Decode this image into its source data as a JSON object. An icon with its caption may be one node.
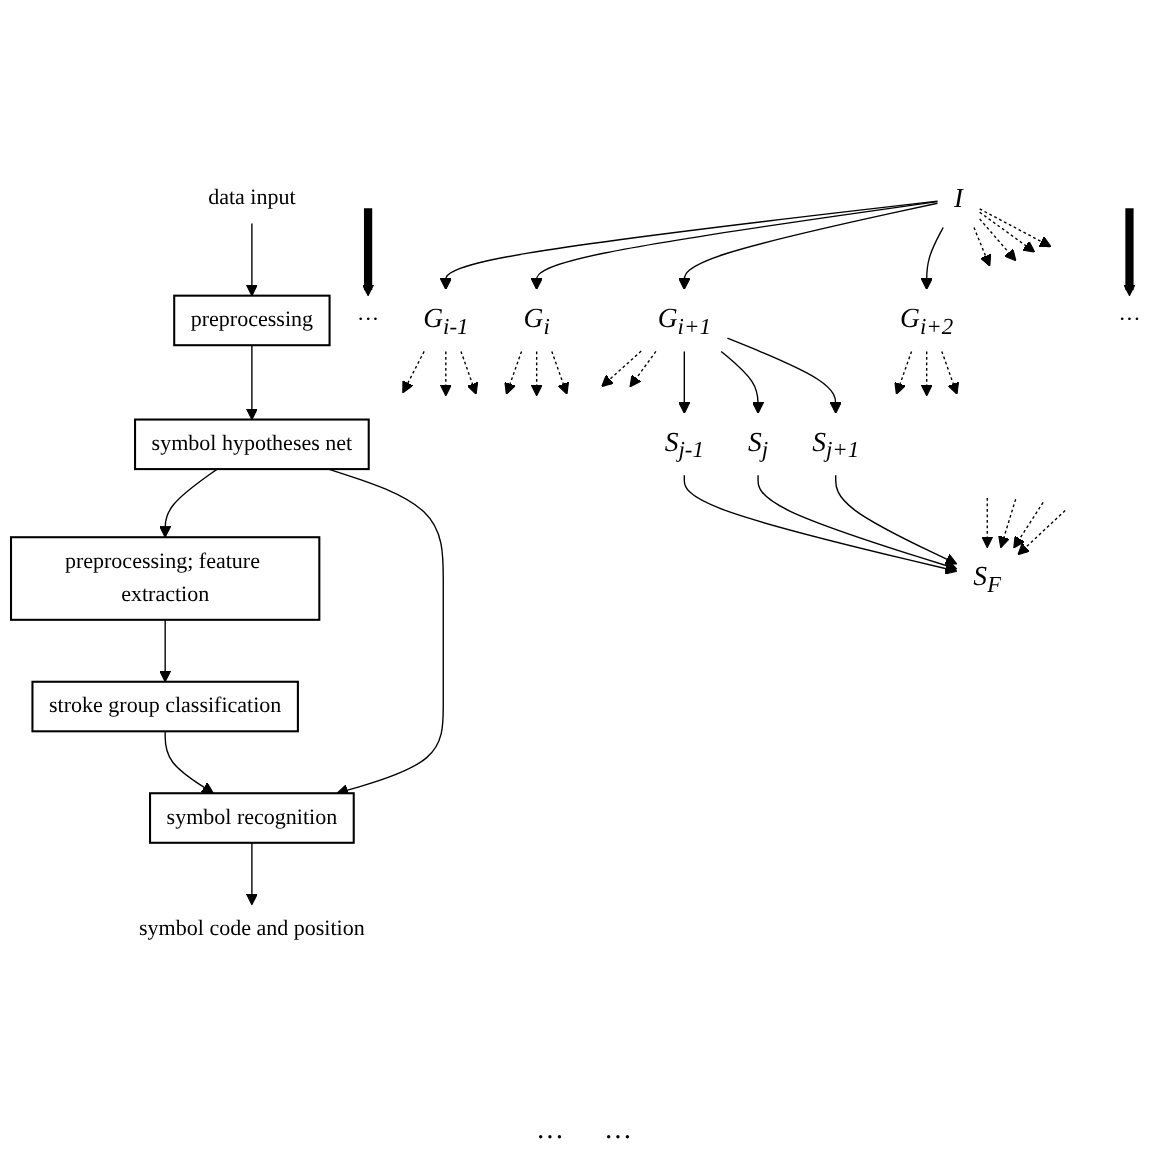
{
  "diagram": {
    "nodes": [
      {
        "text": [
          "data input"
        ]
      },
      {
        "text": [
          "preprocessing"
        ]
      },
      {
        "text": [
          "symbol hypotheses net"
        ]
      },
      {
        "text": [
          "preprocessing; feature extraction"
        ]
      },
      {
        "text": [
          "stroke group classification"
        ]
      },
      {
        "text": [
          "symbol recognition"
        ]
      },
      {
        "text": [
          "symbol code and position"
        ]
      },
      {
        "text": [
          "I"
        ]
      },
      {
        "text": [
          "···"
        ]
      },
      {
        "text": [
          "G$_{i-1}$"
        ]
      },
      {
        "text": [
          "G$_{i}$"
        ]
      },
      {
        "text": [
          "G$_{i+1}$"
        ]
      },
      {
        "text": [
          "G$_{i+2}$"
        ]
      },
      {
        "text": [
          "···"
        ]
      },
      {
        "text": [
          "S$_{j-1}$"
        ]
      },
      {
        "text": [
          "S$_{j}$"
        ]
      },
      {
        "text": [
          "S$_{j+1}$"
        ]
      },
      {
        "text": [
          "S$_{F}$"
        ]
      }
    ],
    "edges": [
      {
        "from": 0,
        "to": 1,
        "arrow": "to"
      },
      {
        "from": 1,
        "to": 2,
        "arrow": "to"
      },
      {
        "from": 2,
        "to": 3,
        "arrow": "to"
      },
      {
        "from": 3,
        "to": 4,
        "arrow": "to"
      },
      {
        "from": 4,
        "to": 5,
        "arrow": "to"
      },
      {
        "from": 5,
        "to": 6,
        "arrow": "to"
      },
      {
        "from": 2,
        "to": 5,
        "arrow": "to"
      },
      {
        "from": null,
        "to": 8,
        "arrow": "to",
        "style": "thick"
      },
      {
        "from": null,
        "to": 13,
        "arrow": "to",
        "style": "thick"
      },
      {
        "from": 7,
        "to": 9,
        "arrow": "to"
      },
      {
        "from": 7,
        "to": 10,
        "arrow": "to"
      },
      {
        "from": 7,
        "to": 11,
        "arrow": "to"
      },
      {
        "from": 7,
        "to": 12,
        "arrow": "to"
      },
      {
        "from": 7,
        "to": null,
        "arrow": "to",
        "style": "dashed"
      },
      {
        "from": 7,
        "to": null,
        "arrow": "to",
        "style": "dashed"
      },
      {
        "from": 7,
        "to": null,
        "arrow": "to",
        "style": "dashed"
      },
      {
        "from": 7,
        "to": null,
        "arrow": "to",
        "style": "dashed"
      },
      {
        "from": 9,
        "to": null,
        "arrow": "to",
        "style": "dashed"
      },
      {
        "from": 9,
        "to": null,
        "arrow": "to",
        "style": "dashed"
      },
      {
        "from": 9,
        "to": null,
        "arrow": "to",
        "style": "dashed"
      },
      {
        "from": 10,
        "to": null,
        "arrow": "to",
        "style": "dashed"
      },
      {
        "from": 10,
        "to": null,
        "arrow": "to",
        "style": "dashed"
      },
      {
        "from": 10,
        "to": null,
        "arrow": "to",
        "style": "dashed"
      },
      {
        "from": 11,
        "to": null,
        "arrow": "to",
        "style": "dashed"
      },
      {
        "from": 11,
        "to": null,
        "arrow": "to",
        "style": "dashed"
      },
      {
        "from": 12,
        "to": null,
        "arrow": "to",
        "style": "dashed"
      },
      {
        "from": 12,
        "to": null,
        "arrow": "to",
        "style": "dashed"
      },
      {
        "from": 12,
        "to": null,
        "arrow": "to",
        "style": "dashed"
      },
      {
        "from": 11,
        "to": 14,
        "arrow": "to"
      },
      {
        "from": 11,
        "to": 15,
        "arrow": "to"
      },
      {
        "from": 11,
        "to": 16,
        "arrow": "to"
      },
      {
        "from": 14,
        "to": 17,
        "arrow": "to"
      },
      {
        "from": 15,
        "to": 17,
        "arrow": "to"
      },
      {
        "from": 16,
        "to": 17,
        "arrow": "to"
      },
      {
        "from": null,
        "to": 17,
        "arrow": "to",
        "style": "dashed"
      },
      {
        "from": null,
        "to": 17,
        "arrow": "to",
        "style": "dashed"
      },
      {
        "from": null,
        "to": 17,
        "arrow": "to",
        "style": "dashed"
      },
      {
        "from": null,
        "to": 17,
        "arrow": "to",
        "style": "dashed"
      }
    ],
    "labels": [
      "···",
      "···"
    ]
  }
}
